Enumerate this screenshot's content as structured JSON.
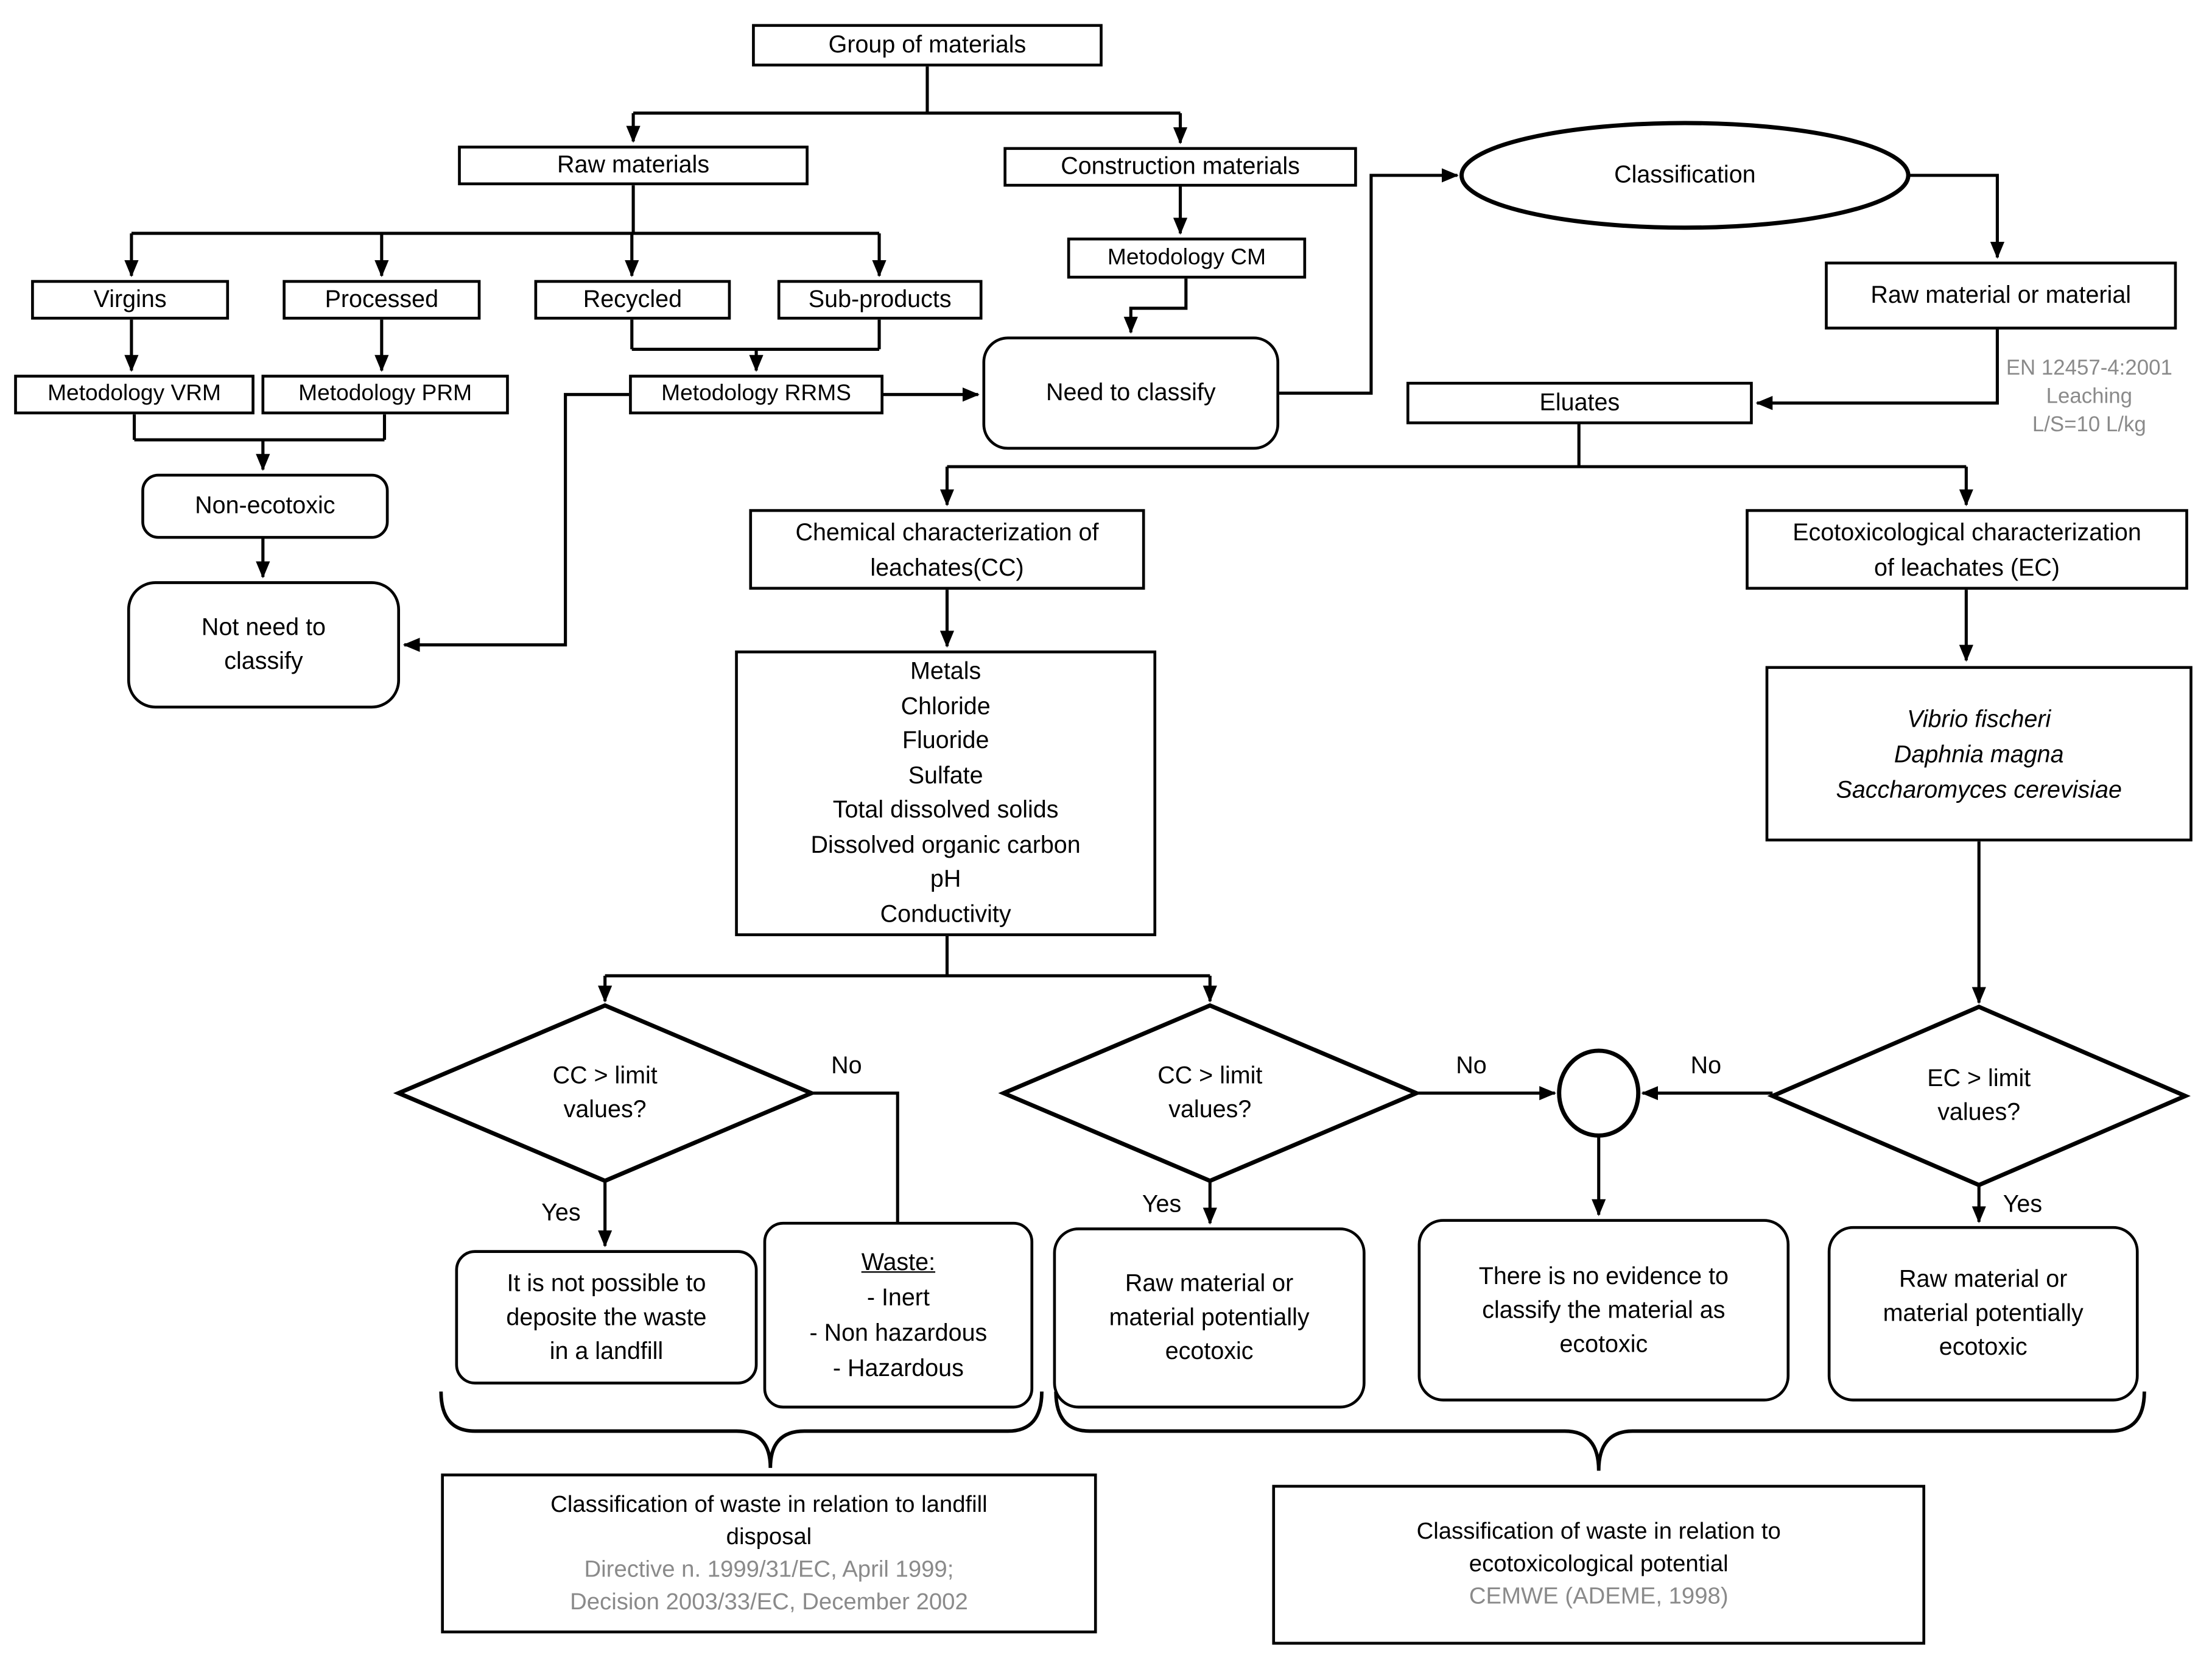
{
  "colors": {
    "ink": "#000000",
    "gray_note": "#8a8a8a",
    "background": "#ffffff"
  },
  "nodes": {
    "group": {
      "label": "Group of materials"
    },
    "raw_materials": {
      "label": "Raw materials"
    },
    "construction_materials": {
      "label": "Construction materials"
    },
    "classification": {
      "label": "Classification"
    },
    "raw_material_or_material": {
      "label": "Raw material or material"
    },
    "metodology_cm": {
      "label": "Metodology CM"
    },
    "virgins": {
      "label": "Virgins"
    },
    "processed": {
      "label": "Processed"
    },
    "recycled": {
      "label": "Recycled"
    },
    "sub_products": {
      "label": "Sub-products"
    },
    "metodology_vrm": {
      "label": "Metodology VRM"
    },
    "metodology_prm": {
      "label": "Metodology PRM"
    },
    "metodology_rrms": {
      "label": "Metodology RRMS"
    },
    "need_to_classify": {
      "label": "Need to classify"
    },
    "eluates": {
      "label": "Eluates"
    },
    "en_note": {
      "lines": [
        "EN 12457-4:2001",
        "Leaching",
        "L/S=10 L/kg"
      ]
    },
    "non_ecotoxic": {
      "label": "Non-ecotoxic"
    },
    "not_need_to_classify": {
      "lines": [
        "Not need to",
        "classify"
      ]
    },
    "chem_char": {
      "lines": [
        "Chemical characterization of",
        "leachates(CC)"
      ]
    },
    "metals_list": {
      "lines": [
        "Metals",
        "Chloride",
        "Fluoride",
        "Sulfate",
        "Total dissolved solids",
        "Dissolved organic carbon",
        "pH",
        "Conductivity"
      ]
    },
    "ecotox_char": {
      "lines": [
        "Ecotoxicological characterization",
        "of leachates (EC)"
      ]
    },
    "species": {
      "lines": [
        "Vibrio fischeri",
        "Daphnia magna",
        "Saccharomyces cerevisiae"
      ]
    },
    "cc_limit_1": {
      "lines": [
        "CC > limit",
        "values?"
      ]
    },
    "cc_limit_2": {
      "lines": [
        "CC > limit",
        "values?"
      ]
    },
    "ec_limit": {
      "lines": [
        "EC > limit",
        "values?"
      ]
    },
    "not_possible": {
      "lines": [
        "It is not possible to",
        "deposite the waste",
        "in a landfill"
      ]
    },
    "waste": {
      "heading": "Waste:",
      "items": [
        "- Inert",
        "- Non hazardous",
        "- Hazardous"
      ]
    },
    "raw_eco_left": {
      "lines": [
        "Raw material or",
        "material potentially",
        "ecotoxic"
      ]
    },
    "no_evidence": {
      "lines": [
        "There is no evidence to",
        "classify the material as",
        "ecotoxic"
      ]
    },
    "raw_eco_right": {
      "lines": [
        "Raw material or",
        "material potentially",
        "ecotoxic"
      ]
    },
    "class_landfill": {
      "title_lines": [
        "Classification of waste in relation to landfill",
        "disposal"
      ],
      "note_lines": [
        "Directive n. 1999/31/EC, April 1999;",
        "Decision 2003/33/EC, December 2002"
      ]
    },
    "class_ecotox": {
      "title_lines": [
        "Classification of waste in relation to",
        "ecotoxicological potential"
      ],
      "note_lines": [
        "CEMWE (ADEME, 1998)"
      ]
    }
  },
  "branch_labels": {
    "d1_no": "No",
    "d1_yes": "Yes",
    "d2_yes": "Yes",
    "d2_no": "No",
    "d3_no": "No",
    "d3_yes": "Yes"
  }
}
